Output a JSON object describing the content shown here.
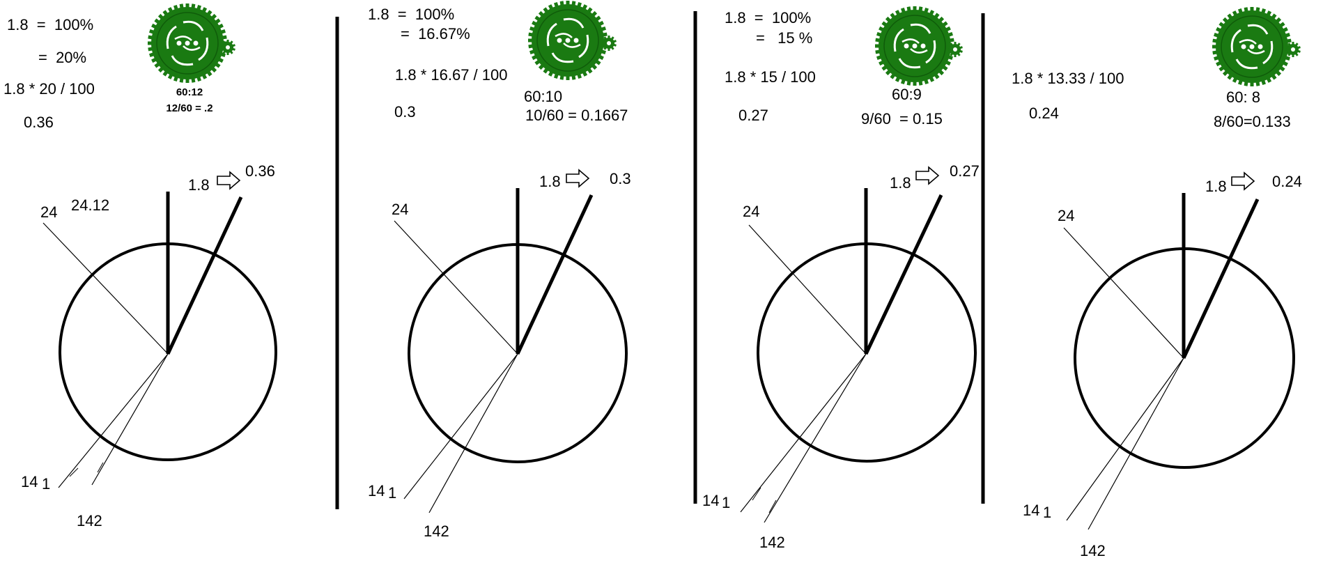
{
  "colors": {
    "gear": "#1a7a12",
    "gear_hole": "#ffffff",
    "ink": "#000000",
    "background": "#ffffff"
  },
  "gear_icon": "gear-icon",
  "arrow_icon": "outline-arrow-right-icon",
  "panels": [
    {
      "calc": [
        "1.8  =  100%",
        "=  20%",
        "1.8 * 20 / 100",
        "0.36"
      ],
      "ratio": "60:12",
      "ratio_calc": "12/60 = .2",
      "dial": {
        "start": "1.8",
        "result": "0.36",
        "ref": "24",
        "ref_extra": "24.12",
        "b1": "14",
        "b2": "1",
        "b3": "142"
      }
    },
    {
      "calc": [
        "1.8  =  100%",
        "=  16.67%",
        "1.8 * 16.67 / 100",
        "0.3"
      ],
      "ratio": "60:10",
      "ratio_calc": "10/60 = 0.1667",
      "dial": {
        "start": "1.8",
        "result": "0.3",
        "ref": "24",
        "ref_extra": "",
        "b1": "14",
        "b2": "1",
        "b3": "142"
      }
    },
    {
      "calc": [
        "1.8  =  100%",
        "=   15 %",
        "1.8 * 15 / 100",
        "0.27"
      ],
      "ratio": "60:9",
      "ratio_calc": "9/60  = 0.15",
      "dial": {
        "start": "1.8",
        "result": "0.27",
        "ref": "24",
        "ref_extra": "",
        "b1": "14",
        "b2": "1",
        "b3": "142"
      }
    },
    {
      "calc": [
        "",
        "",
        "1.8 * 13.33 / 100",
        "0.24"
      ],
      "ratio": "60: 8",
      "ratio_calc": "8/60=0.133",
      "dial": {
        "start": "1.8",
        "result": "0.24",
        "ref": "24",
        "ref_extra": "",
        "b1": "14",
        "b2": "1",
        "b3": "142"
      }
    }
  ]
}
